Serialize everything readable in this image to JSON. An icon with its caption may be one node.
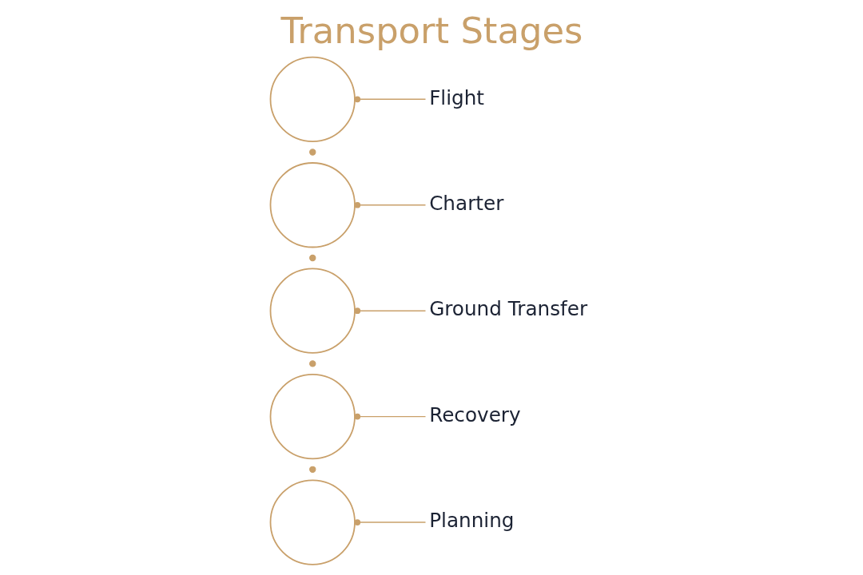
{
  "diagram": {
    "title": "Transport Stages",
    "nodes": [
      {
        "text": [],
        "shape": "circle"
      },
      {
        "text": [
          "Flight"
        ]
      },
      {
        "text": [],
        "shape": "circle"
      },
      {
        "text": [
          "Charter"
        ]
      },
      {
        "text": [],
        "shape": "circle"
      },
      {
        "text": [
          "Ground Transfer"
        ]
      },
      {
        "text": [],
        "shape": "circle"
      },
      {
        "text": [
          "Recovery"
        ]
      },
      {
        "text": [],
        "shape": "circle"
      },
      {
        "text": [
          "Planning"
        ]
      }
    ],
    "edges": [
      {
        "from": 0,
        "to": 1,
        "arrow": "other"
      },
      {
        "from": 2,
        "to": 3,
        "arrow": "other"
      },
      {
        "from": 4,
        "to": 5,
        "arrow": "other"
      },
      {
        "from": 6,
        "to": 7,
        "arrow": "other"
      },
      {
        "from": 8,
        "to": 9,
        "arrow": "other"
      }
    ]
  }
}
